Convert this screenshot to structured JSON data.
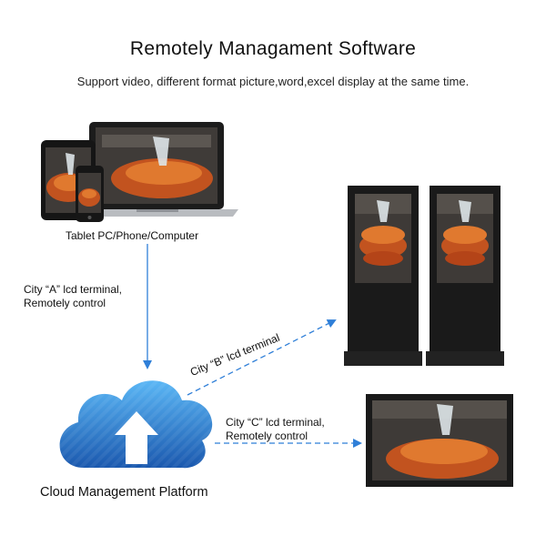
{
  "title": "Remotely Managament Software",
  "subtitle": "Support video, different format picture,word,excel display at the same time.",
  "devices_label": "Tablet PC/Phone/Computer",
  "city_a": {
    "line1": "City “A” lcd terminal,",
    "line2": "Remotely control"
  },
  "city_b": "City “B” lcd terminal",
  "city_c": {
    "line1": "City “C” lcd terminal,",
    "line2": "Remotely control"
  },
  "cloud_label": "Cloud Management Platform",
  "colors": {
    "arrow": "#2f7fd8",
    "cloud_top": "#4aa8ef",
    "cloud_bottom": "#1d5fb6",
    "device_frame": "#1b1b1b"
  }
}
